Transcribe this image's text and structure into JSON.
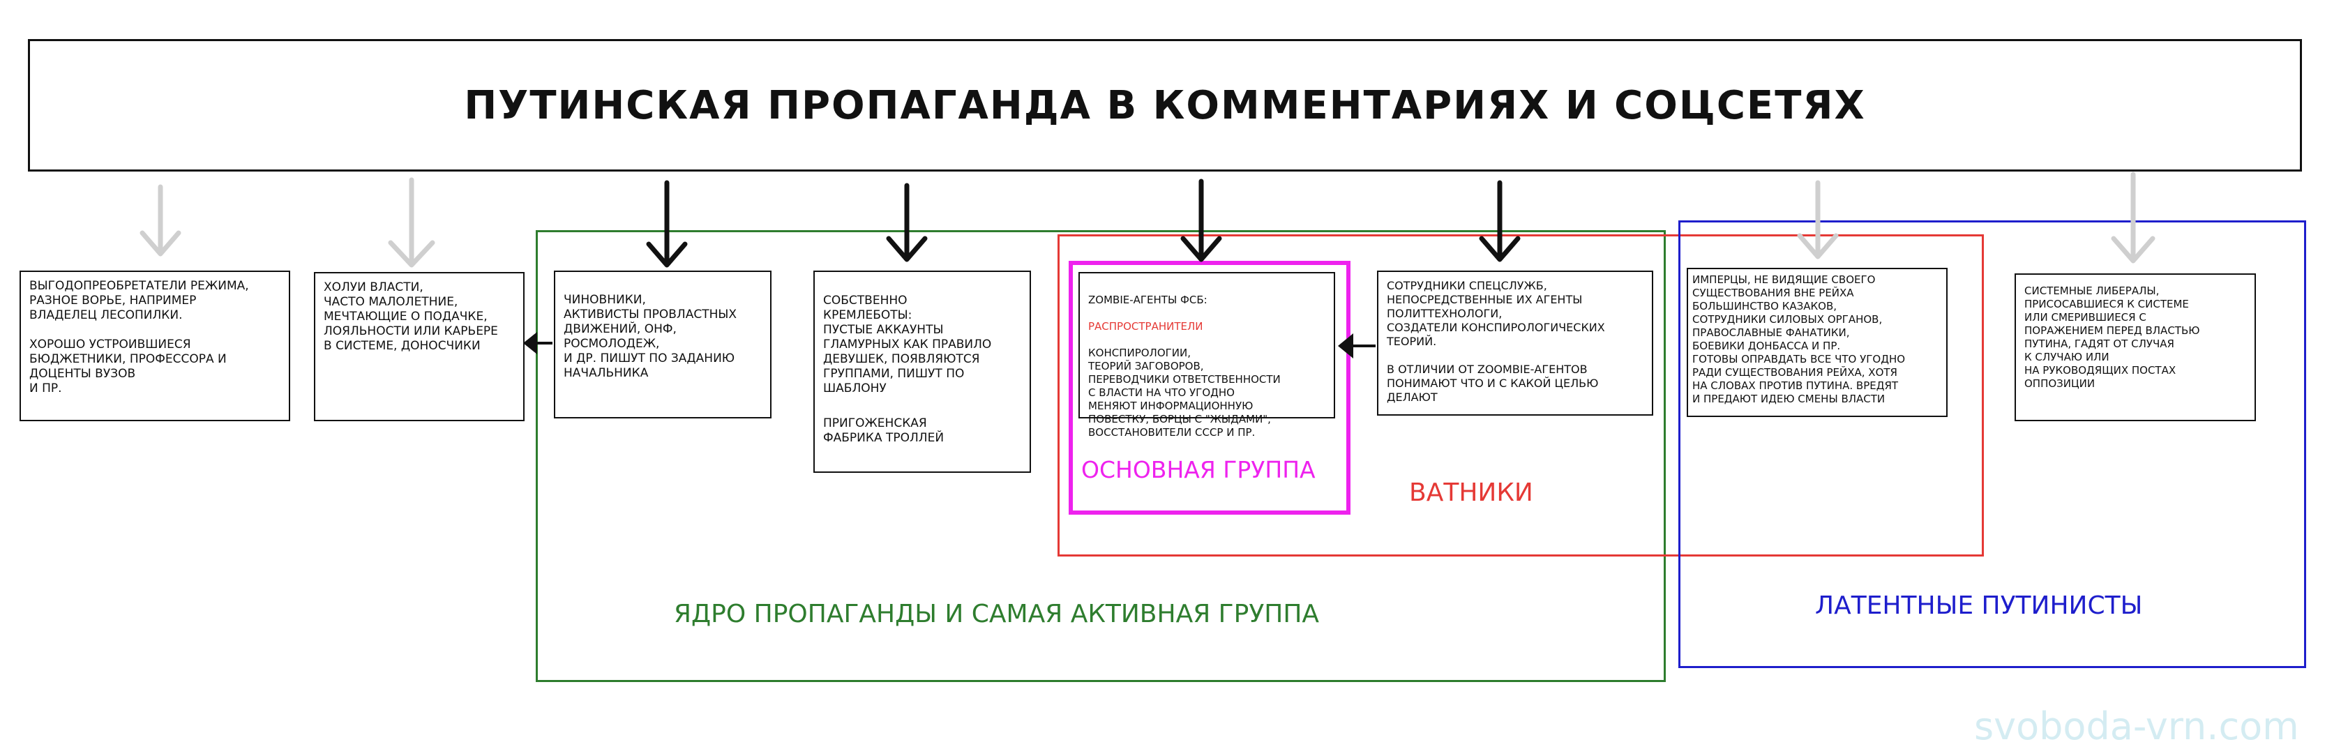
{
  "title": "ПУТИНСКАЯ ПРОПАГАНДА В КОММЕНТАРИЯХ И СОЦСЕТЯХ",
  "colors": {
    "core": "#2e7d2e",
    "vatniki": "#e53935",
    "latent": "#1e1ecc",
    "main_group": "#ee22ee",
    "arrow_dark": "#111111",
    "arrow_light": "#cfcfcf",
    "watermark": "#d4ecf2"
  },
  "groups": {
    "core": "ЯДРО ПРОПАГАНДЫ И САМАЯ АКТИВНАЯ ГРУППА",
    "vatniki": "ВАТНИКИ",
    "latent": "ЛАТЕНТНЫЕ ПУТИНИСТЫ",
    "main": "ОСНОВНАЯ ГРУППА"
  },
  "boxes": {
    "beneficiaries": "ВЫГОДОПРЕОБРЕТАТЕЛИ РЕЖИМА,\nРАЗНОЕ ВОРЬЕ, НАПРИМЕР\nВЛАДЕЛЕЦ ЛЕСОПИЛКИ.\n\nХОРОШО УСТРОИВШИЕСЯ\nБЮДЖЕТНИКИ, ПРОФЕССОРА И\nДОЦЕНТЫ ВУЗОВ\nИ ПР.",
    "lackeys": "ХОЛУИ ВЛАСТИ,\nЧАСТО МАЛОЛЕТНИЕ,\nМЕЧТАЮЩИЕ О ПОДАЧКЕ,\nЛОЯЛЬНОСТИ ИЛИ КАРЬЕРЕ\nВ СИСТЕМЕ, ДОНОСЧИКИ",
    "officials": "ЧИНОВНИКИ,\nАКТИВИСТЫ ПРОВЛАСТНЫХ\nДВИЖЕНИЙ, ОНФ,\nРОСМОЛОДЕЖ,\nИ ДР. ПИШУТ ПО ЗАДАНИЮ\nНАЧАЛЬНИКА",
    "kremlebots": "СОБСТВЕННО\nКРЕМЛЕБОТЫ:\nПУСТЫЕ АККАУНТЫ\nГЛАМУРНЫХ КАК ПРАВИЛО\nДЕВУШЕК, ПОЯВЛЯЮТСЯ\nГРУППАМИ, ПИШУТ ПО\nШАБЛОНУ",
    "troll_factory": "ПРИГОЖЕНСКАЯ\nФАБРИКА ТРОЛЛЕЙ",
    "zombie_title": "ZOMBIE-АГЕНТЫ ФСБ:",
    "zombie_highlight": "РАСПРОСТРАНИТЕЛИ",
    "zombie_rest": "КОНСПИРОЛОГИИ,\nТЕОРИЙ ЗАГОВОРОВ,\nПЕРЕВОДЧИКИ ОТВЕТСТВЕННОСТИ\nС ВЛАСТИ НА ЧТО УГОДНО\nМЕНЯЮТ ИНФОРМАЦИОННУЮ\nПОВЕСТКУ, БОРЦЫ С \"ЖЫДАМИ\",\nВОССТАНОВИТЕЛИ СССР И ПР.",
    "special_services": "СОТРУДНИКИ СПЕЦСЛУЖБ,\nНЕПОСРЕДСТВЕННЫЕ ИХ АГЕНТЫ\nПОЛИТТЕХНОЛОГИ,\nСОЗДАТЕЛИ КОНСПИРОЛОГИЧЕСКИХ\nТЕОРИЙ.\n\nВ ОТЛИЧИИ ОТ ZOOMBIE-АГЕНТОВ\nПОНИМАЮТ ЧТО И С КАКОЙ ЦЕЛЬЮ\nДЕЛАЮТ",
    "imperials": "ИМПЕРЦЫ, НЕ ВИДЯЩИЕ СВОЕГО\nСУЩЕСТВОВАНИЯ ВНЕ РЕЙХА\nБОЛЬШИНСТВО КАЗАКОВ,\nСОТРУДНИКИ СИЛОВЫХ ОРГАНОВ,\nПРАВОСЛАВНЫЕ ФАНАТИКИ,\nБОЕВИКИ ДОНБАССА И ПР.\nГОТОВЫ ОПРАВДАТЬ ВСЕ ЧТО УГОДНО\nРАДИ СУЩЕСТВОВАНИЯ РЕЙХА, ХОТЯ\nНА СЛОВАХ ПРОТИВ ПУТИНА. ВРЕДЯТ\nИ ПРЕДАЮТ ИДЕЮ СМЕНЫ ВЛАСТИ",
    "liberals": "СИСТЕМНЫЕ ЛИБЕРАЛЫ,\nПРИСОСАВШИЕСЯ К СИСТЕМЕ\nИЛИ СМЕРИВШИЕСЯ С\nПОРАЖЕНИЕМ ПЕРЕД ВЛАСТЬЮ\nПУТИНА, ГАДЯТ ОТ СЛУЧАЯ\nК СЛУЧАЮ ИЛИ\nНА РУКОВОДЯЩИХ ПОСТАХ\nОППОЗИЦИИ"
  },
  "watermark": "svoboda-vrn.com"
}
